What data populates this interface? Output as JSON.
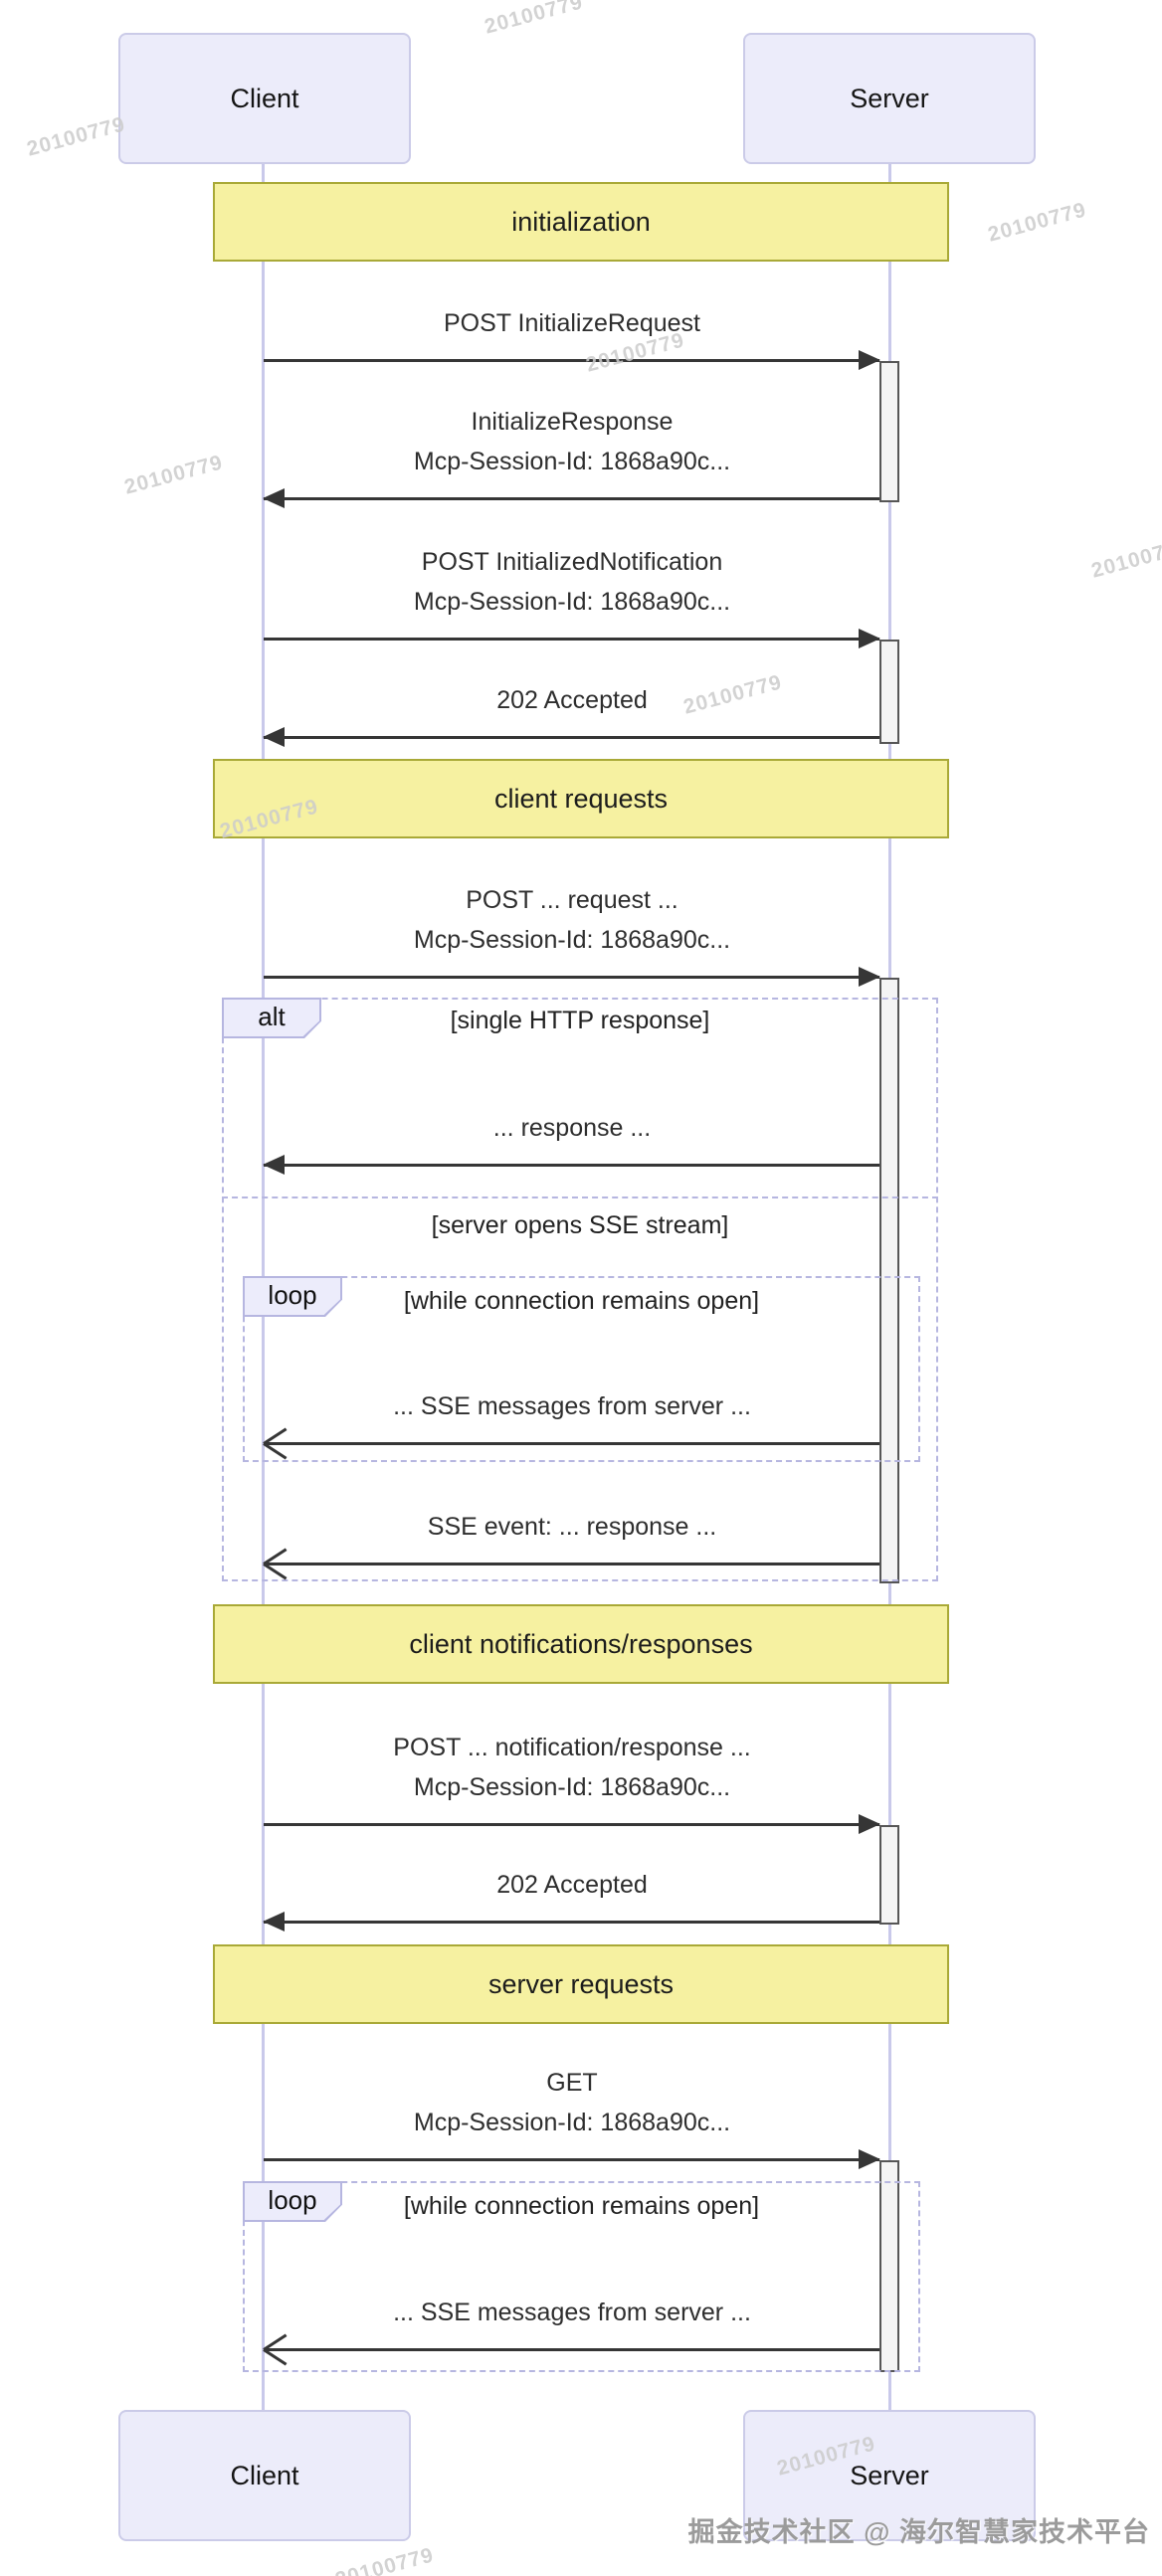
{
  "participants": {
    "client": "Client",
    "server": "Server"
  },
  "banners": {
    "b1": "initialization",
    "b2": "client requests",
    "b3": "client notifications/responses",
    "b4": "server requests"
  },
  "messages": {
    "m1": {
      "line1": "POST InitializeRequest",
      "from": "Client",
      "to": "Server",
      "head": "filled"
    },
    "m2": {
      "line1": "InitializeResponse",
      "line2": "Mcp-Session-Id: 1868a90c...",
      "from": "Server",
      "to": "Client",
      "head": "filled"
    },
    "m3": {
      "line1": "POST InitializedNotification",
      "line2": "Mcp-Session-Id: 1868a90c...",
      "from": "Client",
      "to": "Server",
      "head": "filled"
    },
    "m4": {
      "line1": "202 Accepted",
      "from": "Server",
      "to": "Client",
      "head": "filled"
    },
    "m5": {
      "line1": "POST ... request ...",
      "line2": "Mcp-Session-Id: 1868a90c...",
      "from": "Client",
      "to": "Server",
      "head": "filled"
    },
    "m6": {
      "line1": "... response ...",
      "from": "Server",
      "to": "Client",
      "head": "filled"
    },
    "m7": {
      "line1": "... SSE messages from server ...",
      "from": "Server",
      "to": "Client",
      "head": "open"
    },
    "m8": {
      "line1": "SSE event: ... response ...",
      "from": "Server",
      "to": "Client",
      "head": "open"
    },
    "m9": {
      "line1": "POST ... notification/response ...",
      "line2": "Mcp-Session-Id: 1868a90c...",
      "from": "Client",
      "to": "Server",
      "head": "filled"
    },
    "m10": {
      "line1": "202 Accepted",
      "from": "Server",
      "to": "Client",
      "head": "filled"
    },
    "m11": {
      "line1": "GET",
      "line2": "Mcp-Session-Id: 1868a90c...",
      "from": "Client",
      "to": "Server",
      "head": "filled"
    },
    "m12": {
      "line1": "... SSE messages from server ...",
      "from": "Server",
      "to": "Client",
      "head": "open"
    }
  },
  "frames": {
    "alt": {
      "label": "alt",
      "title": "[single HTTP response]"
    },
    "divider": {
      "title": "[server opens SSE stream]"
    },
    "loop1": {
      "label": "loop",
      "title": "[while connection remains open]"
    },
    "loop2": {
      "label": "loop",
      "title": "[while connection remains open]"
    }
  },
  "watermarks": {
    "text": "20100779",
    "credit": "掘金技术社区 @ 海尔智慧家技术平台"
  },
  "colors": {
    "actor_fill": "#ECECFA",
    "actor_border": "#CBCBE8",
    "banner_fill": "#F6F1A1",
    "banner_border": "#A9A937",
    "lifeline": "#C9C9EA",
    "frame_border": "#B6B6E0",
    "label_fill": "#ECECFB",
    "activation_fill": "#F4F4F4",
    "activation_border": "#565656",
    "arrow": "#363636",
    "watermark": "#CCCCCC",
    "credit_color": "#9B9B9B"
  }
}
